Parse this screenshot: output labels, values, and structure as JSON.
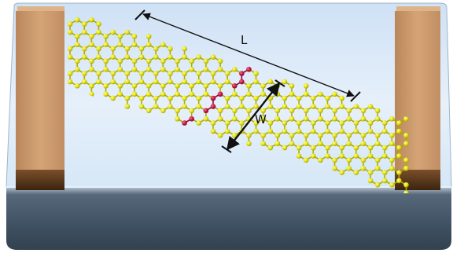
{
  "labels": {
    "length": "L",
    "width": "W"
  },
  "colors": {
    "atom": "#dede0b",
    "atom_highlight": "#c2123f",
    "bond": "#b0ab00",
    "bond_highlight": "#8c0c30",
    "electrode_front": "#c8966a",
    "electrode_side": "#a9784f",
    "electrode_shadow": "#4a2f16",
    "substrate_top": "#dbe9f7",
    "substrate_front": "#425467",
    "dimension_line": "#111111"
  },
  "icons": {
    "atom": "sphere",
    "dimension_marker": "double-arrow-with-end-caps"
  }
}
